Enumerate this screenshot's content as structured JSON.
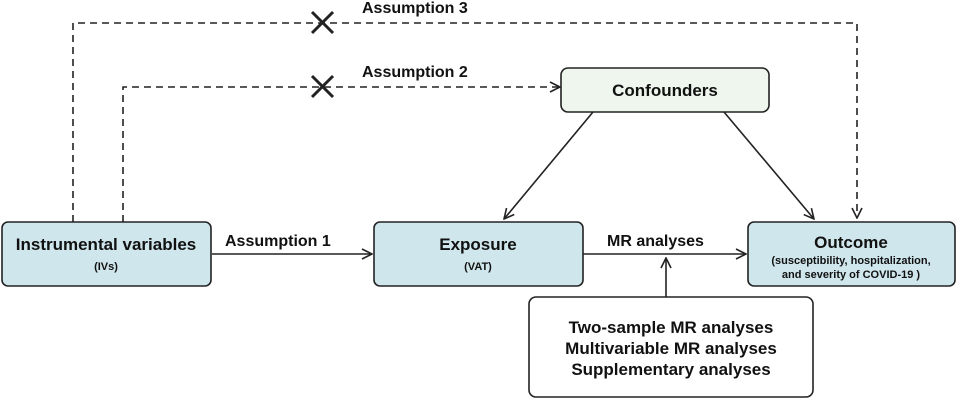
{
  "nodes": {
    "instrument": {
      "title": "Instrumental variables",
      "subtitle": "(IVs)"
    },
    "exposure": {
      "title": "Exposure",
      "subtitle": "(VAT)"
    },
    "outcome": {
      "title": "Outcome",
      "subtitle_lines": [
        "(susceptibility, hospitalization,",
        "and severity of COVID-19 )"
      ]
    },
    "confounders": {
      "title": "Confounders"
    },
    "analyses": {
      "lines": [
        "Two-sample MR analyses",
        "Multivariable MR analyses",
        "Supplementary analyses"
      ]
    }
  },
  "edges": {
    "assumption1": "Assumption 1",
    "assumption2": "Assumption 2",
    "assumption3": "Assumption 3",
    "mr": "MR analyses"
  },
  "colors": {
    "main_box_fill": "#cfe6ec",
    "confounder_fill": "#eef6ee",
    "analyses_fill": "#ffffff",
    "stroke": "#222222"
  }
}
